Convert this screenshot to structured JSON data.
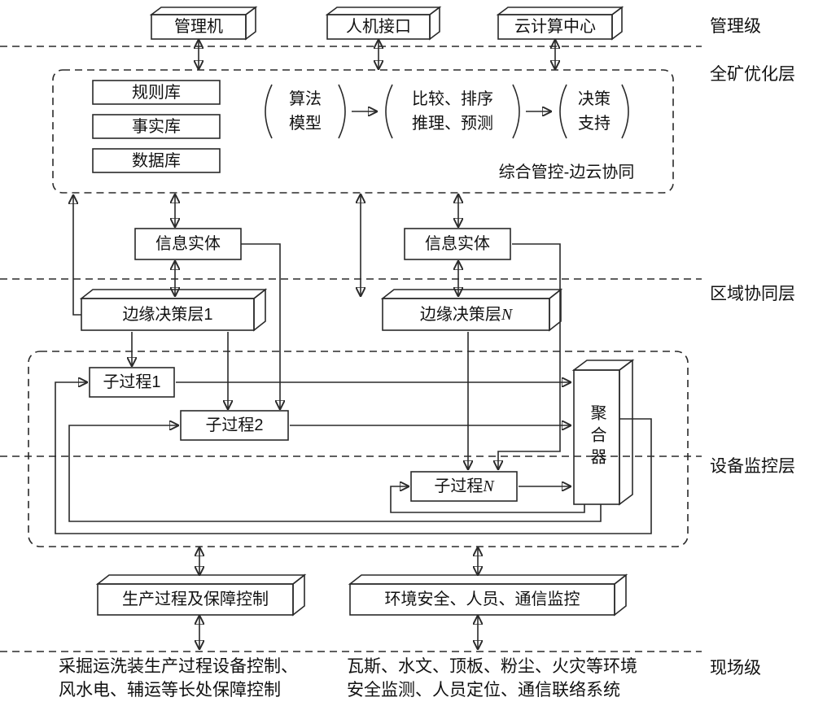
{
  "colors": {
    "line": "#2a2a2a",
    "text": "#111111",
    "background": "#ffffff"
  },
  "level_labels": {
    "management": "管理级",
    "optimization": "全矿优化层",
    "regional": "区域协同层",
    "device": "设备监控层",
    "field": "现场级"
  },
  "top_boxes": {
    "manager": "管理机",
    "hmi": "人机接口",
    "cloud": "云计算中心"
  },
  "optimization_layer": {
    "rule_base": "规则库",
    "fact_base": "事实库",
    "database": "数据库",
    "algorithm": {
      "line1": "算法",
      "line2": "模型"
    },
    "inference": {
      "line1": "比较、排序",
      "line2": "推理、预测"
    },
    "decision": {
      "line1": "决策",
      "line2": "支持"
    },
    "caption": "综合管控-边云协同"
  },
  "regional_layer": {
    "info_entity_left": "信息实体",
    "info_entity_right": "信息实体",
    "edge_layer_1": "边缘决策层1",
    "edge_layer_n": {
      "prefix": "边缘决策层",
      "suffix": "N"
    }
  },
  "device_layer": {
    "subprocess_1": "子过程1",
    "subprocess_2": "子过程2",
    "subprocess_n": {
      "prefix": "子过程",
      "suffix": "N"
    },
    "aggregator": "聚合器"
  },
  "field_level": {
    "production_box": "生产过程及保障控制",
    "environment_box": "环境安全、人员、通信监控",
    "left_note": {
      "line1": "采掘运洗装生产过程设备控制、",
      "line2": "风水电、辅运等长处保障控制"
    },
    "right_note": {
      "line1": "瓦斯、水文、顶板、粉尘、火灾等环境",
      "line2": "安全监测、人员定位、通信联络系统"
    }
  }
}
